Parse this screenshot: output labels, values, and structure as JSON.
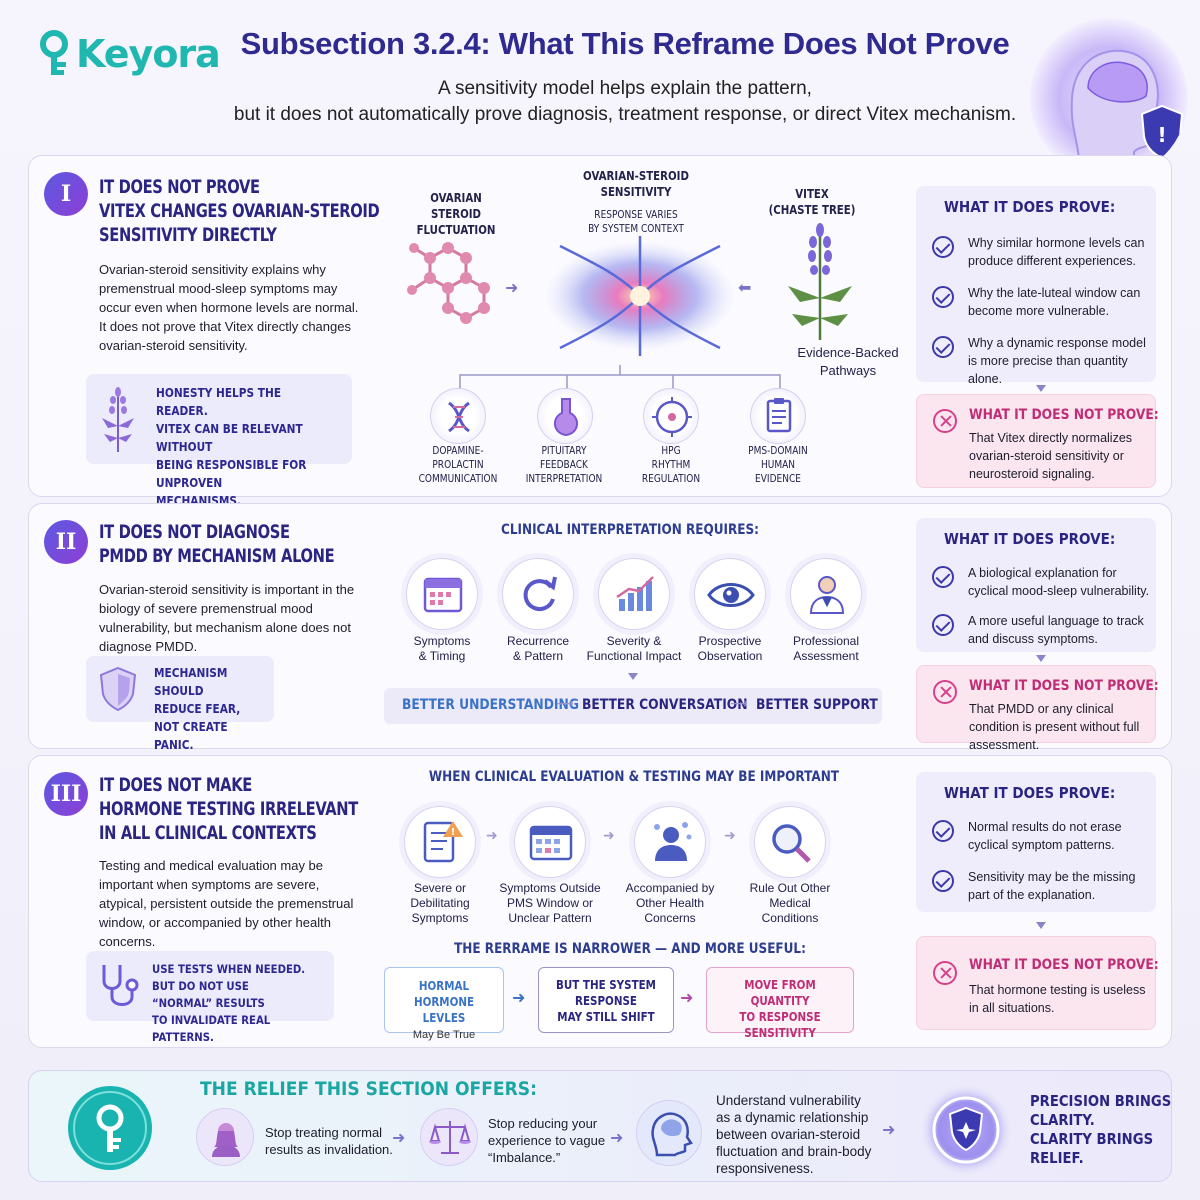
{
  "brand": {
    "name": "Keyora",
    "color": "#1fb7b0"
  },
  "header": {
    "title": "Subsection 3.2.4: What This Reframe Does Not Prove",
    "subtitle_line1": "A sensitivity model helps explain the pattern,",
    "subtitle_line2": "but it does not automatically prove diagnosis, treatment response, or direct Vitex mechanism."
  },
  "sections": [
    {
      "numeral": "I",
      "heading": [
        "IT DOES NOT PROVE",
        "VITEX CHANGES OVARIAN-STEROID",
        "SENSITIVITY DIRECTLY"
      ],
      "body": "Ovarian-steroid sensitivity explains why premenstrual mood-sleep symptoms may occur even when hormone levels are normal. It does not prove that Vitex directly changes ovarian-steroid sensitivity.",
      "note": [
        "HONESTY HELPS THE READER.",
        "VITEX CAN BE RELEVANT WITHOUT",
        "BEING RESPONSIBLE FOR UNPROVEN",
        "MECHANISMS."
      ],
      "diagram": {
        "left": [
          "OVARIAN STEROID",
          "FLUCTUATION"
        ],
        "center": [
          "OVARIAN-STEROID",
          "SENSITIVITY"
        ],
        "center_sub": [
          "RESPONSE VARIES",
          "BY SYSTEM CONTEXT"
        ],
        "right": [
          "VITEX",
          "(CHASTE TREE)"
        ],
        "evidence": [
          "Evidence-Backed",
          "Pathways"
        ],
        "nodes": [
          {
            "icon": "dna-icon",
            "label": [
              "DOPAMINE-",
              "PROLACTIN",
              "COMMUNICATION"
            ]
          },
          {
            "icon": "pituitary-icon",
            "label": [
              "PITUITARY",
              "FEEDBACK",
              "INTERPRETATION"
            ]
          },
          {
            "icon": "rhythm-icon",
            "label": [
              "HPG",
              "RHYTHM",
              "REGULATION"
            ]
          },
          {
            "icon": "clipboard-icon",
            "label": [
              "PMS-DOMAIN",
              "HUMAN",
              "EVIDENCE"
            ]
          }
        ]
      },
      "proves_title": "WHAT IT DOES PROVE:",
      "proves": [
        "Why similar hormone levels can produce different experiences.",
        "Why the late-luteal window can become more vulnerable.",
        "Why a dynamic response model is more precise than quantity alone."
      ],
      "not_title": "WHAT IT DOES NOT PROVE:",
      "not_text": "That Vitex directly normalizes ovarian-steroid sensitivity or neurosteroid signaling."
    },
    {
      "numeral": "II",
      "heading": [
        "IT DOES NOT DIAGNOSE",
        "PMDD BY MECHANISM ALONE"
      ],
      "body": "Ovarian-steroid sensitivity is important in the biology of severe premenstrual mood vulnerability, but mechanism alone does not diagnose PMDD.",
      "note": [
        "MECHANISM SHOULD",
        "REDUCE FEAR,",
        "NOT CREATE PANIC."
      ],
      "requires_title": "CLINICAL INTERPRETATION REQUIRES:",
      "requires": [
        {
          "icon": "calendar-icon",
          "label": [
            "Symptoms",
            "& Timing"
          ]
        },
        {
          "icon": "refresh-icon",
          "label": [
            "Recurrence",
            "& Pattern"
          ]
        },
        {
          "icon": "bar-chart-icon",
          "label": [
            "Severity &",
            "Functional Impact"
          ]
        },
        {
          "icon": "eye-icon",
          "label": [
            "Prospective",
            "Observation"
          ]
        },
        {
          "icon": "doctor-icon",
          "label": [
            "Professional",
            "Assessment"
          ]
        }
      ],
      "chain": [
        "BETTER UNDERSTANDING",
        "BETTER CONVERSATION",
        "BETTER SUPPORT"
      ],
      "proves_title": "WHAT IT DOES PROVE:",
      "proves": [
        "A biological explanation for cyclical mood-sleep vulnerability.",
        "A more useful language to track and discuss symptoms."
      ],
      "not_title": "WHAT IT DOES NOT PROVE:",
      "not_text": "That PMDD or any clinical condition is present without full assessment."
    },
    {
      "numeral": "III",
      "heading": [
        "IT DOES NOT MAKE",
        "HORMONE TESTING IRRELEVANT",
        "IN ALL CLINICAL CONTEXTS"
      ],
      "body": "Testing and medical evaluation may be important when symptoms are severe, atypical, persistent outside the premenstrual window, or accompanied by other health concerns.",
      "note": [
        "USE TESTS WHEN NEEDED.",
        "BUT DO NOT USE “NORMAL” RESULTS",
        "TO INVALIDATE REAL PATTERNS."
      ],
      "when_title": "WHEN CLINICAL EVALUATION & TESTING MAY BE IMPORTANT",
      "when": [
        {
          "icon": "checklist-warning-icon",
          "label": [
            "Severe or",
            "Debilitating",
            "Symptoms"
          ]
        },
        {
          "icon": "calendar-grid-icon",
          "label": [
            "Symptoms Outside",
            "PMS Window or",
            "Unclear Pattern"
          ]
        },
        {
          "icon": "person-health-icon",
          "label": [
            "Accompanied by",
            "Other Health",
            "Concerns"
          ]
        },
        {
          "icon": "magnifier-icon",
          "label": [
            "Rule Out Other",
            "Medical",
            "Conditions"
          ]
        }
      ],
      "narrower_title": "THE RERRAME IS NARROWER — AND MORE USEFUL:",
      "boxes": [
        {
          "lines": [
            "HORMAL",
            "HORMONE LEVLES"
          ],
          "sub": "May Be True"
        },
        {
          "lines": [
            "BUT THE SYSTEM",
            "RESPONSE",
            "MAY STILL SHIFT"
          ],
          "sub": ""
        },
        {
          "lines": [
            "MOVE FROM QUANTITY",
            "TO RESPONSE",
            "SENSITIVITY"
          ],
          "sub": ""
        }
      ],
      "proves_title": "WHAT IT DOES PROVE:",
      "proves": [
        "Normal results do not erase cyclical symptom patterns.",
        "Sensitivity may be the missing part of the explanation."
      ],
      "not_title": "WHAT IT DOES NOT PROVE:",
      "not_text": "That hormone testing is useless in all situations."
    }
  ],
  "relief": {
    "title": "THE RELIEF THIS SECTION OFFERS:",
    "items": [
      {
        "icon": "woman-icon",
        "text": [
          "Stop treating normal",
          "results as invalidation."
        ]
      },
      {
        "icon": "scale-icon",
        "text": [
          "Stop reducing your",
          "experience to vague",
          "“Imbalance.”"
        ]
      },
      {
        "icon": "head-brain-icon",
        "text": [
          "Understand vulnerability",
          "as a dynamic relationship",
          "between ovarian-steroid",
          "fluctuation and brain-body",
          "responsiveness."
        ]
      }
    ],
    "closing": [
      "PRECISION BRINGS",
      "CLARITY.",
      "CLARITY BRINGS",
      "RELIEF."
    ]
  },
  "colors": {
    "navy": "#2a2580",
    "teal": "#1aa7a4",
    "pink": "#c02d74",
    "purple": "#6a3fd0"
  }
}
